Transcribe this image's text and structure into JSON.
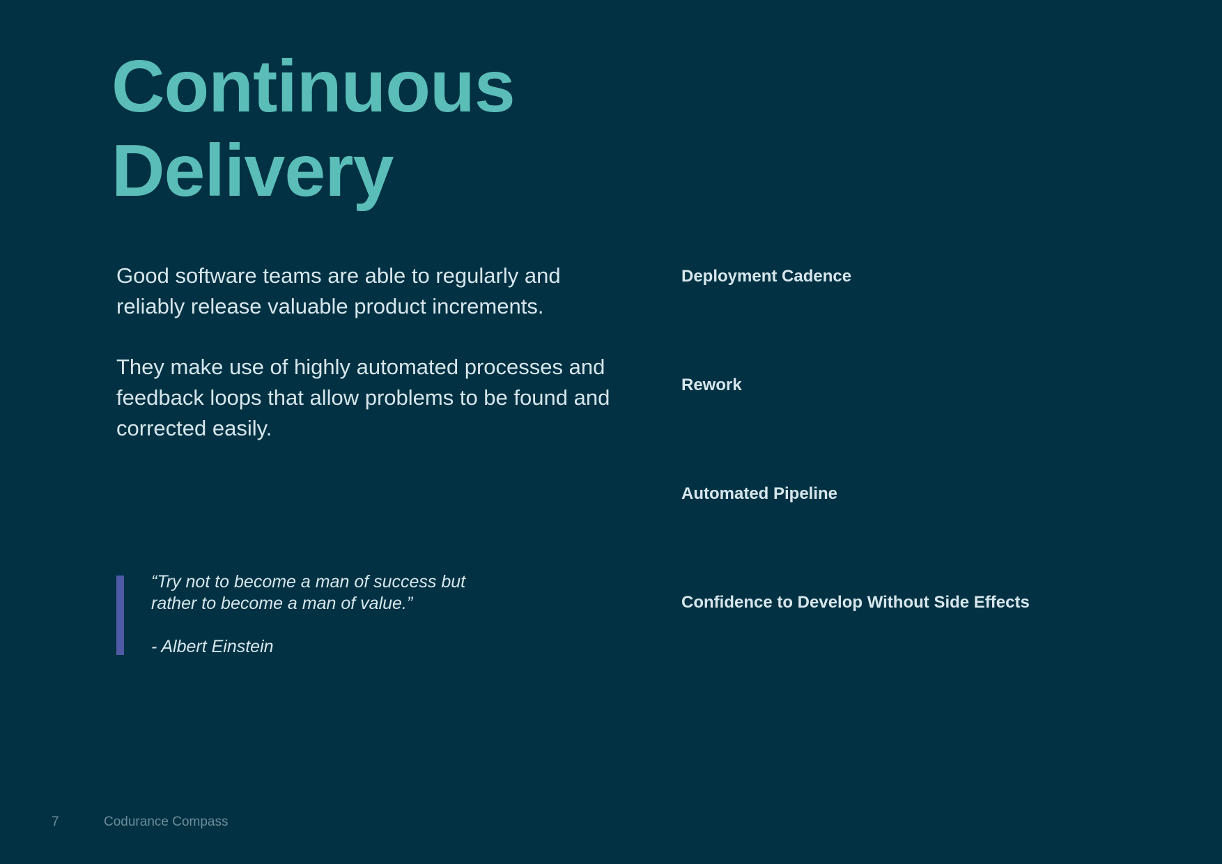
{
  "title": {
    "line1": "Continuous",
    "line2": "Delivery"
  },
  "intro": {
    "paragraph1": "Good software teams are able to regularly and reliably release valuable product increments.",
    "paragraph2": "They make use of highly automated processes and feedback loops that allow problems to be found and corrected easily."
  },
  "quote": {
    "text_line1": "“Try not to become a man of success but",
    "text_line2": "rather to become a man of value.”",
    "author": "- Albert Einstein"
  },
  "topics": [
    "Deployment Cadence",
    "Rework",
    "Automated Pipeline",
    "Confidence to Develop Without Side Effects"
  ],
  "footer": {
    "page_number": "7",
    "brand": "Codurance Compass"
  },
  "colors": {
    "background": "#013142",
    "title": "#5bbdb7",
    "body_text": "#d6e6ec",
    "quote_bar": "#4f5aa6",
    "footer_text": "#6d8d9a"
  }
}
